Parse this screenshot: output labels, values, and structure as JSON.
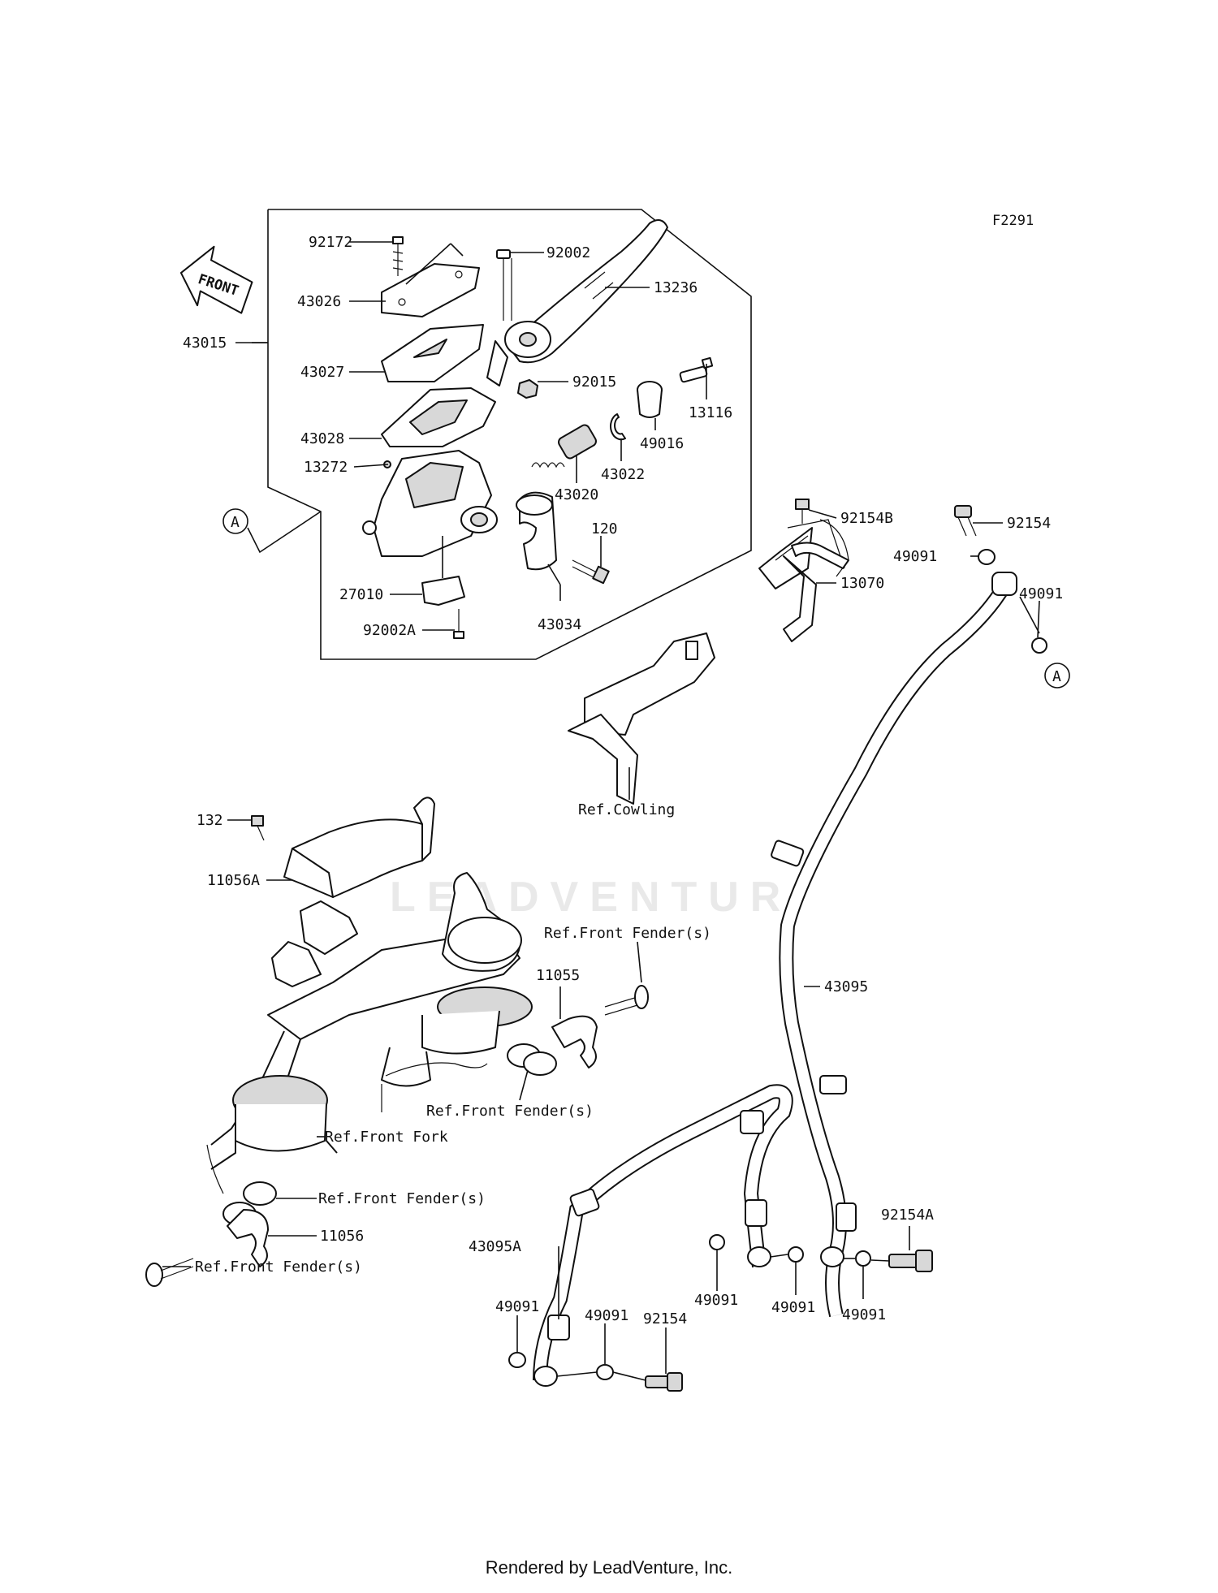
{
  "figure_id": "F2291",
  "footer": "Rendered by LeadVenture, Inc.",
  "watermark": "LEADVENTURE",
  "front_arrow": "FRONT",
  "ref_marker": "A",
  "labels": {
    "p92172": "92172",
    "p43026": "43026",
    "p43015": "43015",
    "p43027": "43027",
    "p43028": "43028",
    "p13272": "13272",
    "p27010": "27010",
    "p92002A": "92002A",
    "p92002": "92002",
    "p13236": "13236",
    "p92015": "92015",
    "p13116": "13116",
    "p49016": "49016",
    "p43022": "43022",
    "p43020": "43020",
    "p120": "120",
    "p43034": "43034",
    "p92154B": "92154B",
    "p13070": "13070",
    "p92154_top": "92154",
    "p49091_a": "49091",
    "p49091_b": "49091",
    "ref_cowling": "Ref.Cowling",
    "p132": "132",
    "p11056A": "11056A",
    "ref_front_fender_1": "Ref.Front Fender(s)",
    "p11055": "11055",
    "ref_front_fender_2": "Ref.Front Fender(s)",
    "ref_front_fork": "Ref.Front Fork",
    "ref_front_fender_3": "Ref.Front Fender(s)",
    "p11056": "11056",
    "ref_front_fender_4": "Ref.Front Fender(s)",
    "p43095": "43095",
    "p43095A": "43095A",
    "p92154A": "92154A",
    "p49091_c": "49091",
    "p49091_d": "49091",
    "p49091_e": "49091",
    "p49091_f": "49091",
    "p49091_g": "49091",
    "p92154_bottom": "92154"
  }
}
